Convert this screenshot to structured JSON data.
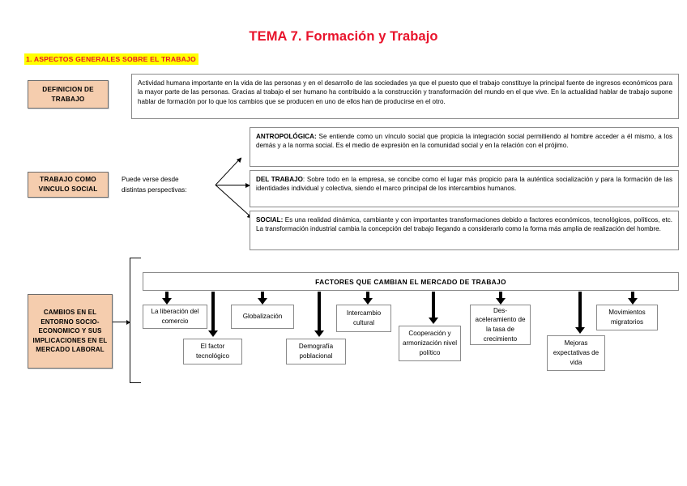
{
  "document": {
    "title": "TEMA 7. Formación y Trabajo",
    "title_color": "#e8132b",
    "section_heading": "1. ASPECTOS GENERALES SOBRE EL TRABAJO",
    "highlight_color": "#ffff00",
    "accent_box_color": "#f5cdae"
  },
  "definition": {
    "label": "DEFINICION DE TRABAJO",
    "body": "Actividad humana importante en la vida de las personas y en el desarrollo de las sociedades ya que el puesto que el trabajo constituye la principal fuente de ingresos económicos para la mayor parte de las personas. Gracias al trabajo el ser humano ha contribuido a la construcción y transformación del mundo en el que vive. En la actualidad hablar de trabajo supone hablar de formación por lo que los cambios que se producen en uno de ellos han de producirse en el otro."
  },
  "vinculo": {
    "label": "TRABAJO COMO VINCULO SOCIAL",
    "note_line1": "Puede verse desde",
    "note_line2": "distintas perspectivas:",
    "perspectives": [
      {
        "term": "ANTROPOLÓGICA:",
        "text": " Se entiende como un vínculo social que propicia la integración social permitiendo al hombre acceder a él mismo, a los demás y a la norma social. Es el medio de expresión en la comunidad social y en la relación con el prójimo."
      },
      {
        "term": "DEL TRABAJO",
        "text": ": Sobre todo en la empresa, se concibe como el lugar más propicio para la auténtica socialización y para la formación de las identidades individual y colectiva, siendo el marco principal de los intercambios humanos."
      },
      {
        "term": "SOCIAL:",
        "text": " Es una realidad dinámica, cambiante y con importantes transformaciones debido a factores económicos, tecnológicos, políticos, etc. La transformación industrial cambia la concepción del trabajo llegando a considerarlo como la forma más amplia de realización del hombre."
      }
    ]
  },
  "cambios": {
    "label": "CAMBIOS EN EL ENTORNO SOCIO-ECONOMICO Y SUS IMPLICACIONES EN EL MERCADO LABORAL",
    "banner": "FACTORES QUE CAMBIAN EL MERCADO DE TRABAJO",
    "factors": [
      {
        "label": "La liberación del comercio"
      },
      {
        "label": "El factor tecnológico"
      },
      {
        "label": "Globalización"
      },
      {
        "label": "Demografía poblacional"
      },
      {
        "label": "Intercambio cultural"
      },
      {
        "label": "Cooperación y armonización nivel político"
      },
      {
        "label": "Des-aceleramiento de la tasa de crecimiento"
      },
      {
        "label": "Mejoras expectativas de vida"
      },
      {
        "label": "Movimientos migratorios"
      }
    ]
  }
}
